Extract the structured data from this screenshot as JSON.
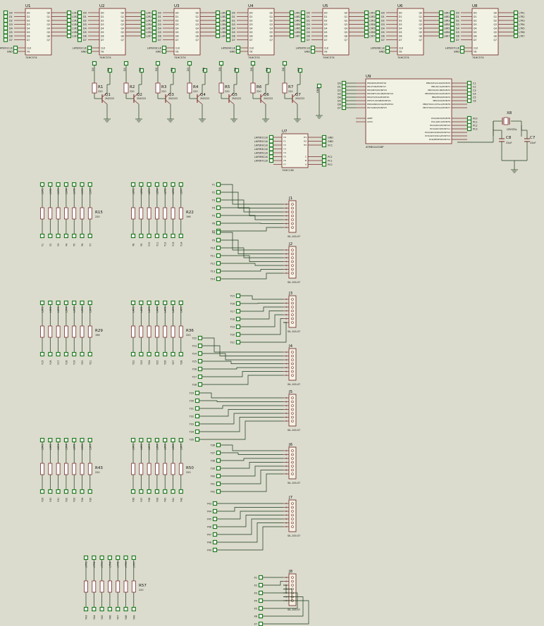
{
  "colors": {
    "background": "#dcdcce",
    "chip_body": "#f2f2e4",
    "chip_border": "#6b1d1d",
    "pin": "#7a2a2a",
    "wire": "#183a18",
    "terminal": "#1f7a1f",
    "label": "#111111"
  },
  "latch_chips": [
    {
      "ref": "U1",
      "part": "74HC574",
      "out_prefix": "L1R",
      "in_names": [
        "D0",
        "D1",
        "D2",
        "D3",
        "D4",
        "D5",
        "D6",
        "D7"
      ],
      "clk_label": "LAYER1CLK"
    },
    {
      "ref": "U2",
      "part": "74HC574",
      "out_prefix": "L2R",
      "in_names": [
        "D0",
        "D1",
        "D2",
        "D3",
        "D4",
        "D5",
        "D6",
        "D7"
      ],
      "clk_label": "LAYER2CLK"
    },
    {
      "ref": "U3",
      "part": "74HC574",
      "out_prefix": "L3R",
      "in_names": [
        "D0",
        "D1",
        "D2",
        "D3",
        "D4",
        "D5",
        "D6",
        "D7"
      ],
      "clk_label": "LAYER3CLK"
    },
    {
      "ref": "U4",
      "part": "74HC574",
      "out_prefix": "L4R",
      "in_names": [
        "D0",
        "D1",
        "D2",
        "D3",
        "D4",
        "D5",
        "D6",
        "D7"
      ],
      "clk_label": "LAYER4CLK"
    },
    {
      "ref": "U5",
      "part": "74HC574",
      "out_prefix": "L5R",
      "in_names": [
        "D0",
        "D1",
        "D2",
        "D3",
        "D4",
        "D5",
        "D6",
        "D7"
      ],
      "clk_label": "LAYER5CLK"
    },
    {
      "ref": "U6",
      "part": "74HC574",
      "out_prefix": "L6R",
      "in_names": [
        "D0",
        "D1",
        "D2",
        "D3",
        "D4",
        "D5",
        "D6",
        "D7"
      ],
      "clk_label": "LAYER6CLK"
    },
    {
      "ref": "U8",
      "part": "74HC574",
      "out_prefix": "L7R",
      "in_names": [
        "D0",
        "D1",
        "D2",
        "D3",
        "D4",
        "D5",
        "D6",
        "D7"
      ],
      "clk_label": "LAYER7CLK"
    }
  ],
  "latch_pins": {
    "in_names": [
      "D0",
      "D1",
      "D2",
      "D3",
      "D4",
      "D5",
      "D6",
      "D7"
    ],
    "out_names": [
      "Q0",
      "Q1",
      "Q2",
      "Q3",
      "Q4",
      "Q5",
      "Q6",
      "Q7"
    ],
    "clk_pin": "CLK",
    "oe_pin": "OE",
    "gnd_label": "GND"
  },
  "transistors": [
    {
      "r": "R1",
      "rv": "220",
      "q": "Q1",
      "qp": "2N2222",
      "net": "D0"
    },
    {
      "r": "R2",
      "rv": "220",
      "q": "Q2",
      "qp": "2N2222",
      "net": "D1"
    },
    {
      "r": "R3",
      "rv": "220",
      "q": "Q3",
      "qp": "2N2222",
      "net": "D2"
    },
    {
      "r": "R4",
      "rv": "220",
      "q": "Q4",
      "qp": "2N2222",
      "net": "D3"
    },
    {
      "r": "R5",
      "rv": "220",
      "q": "Q5",
      "qp": "2N2222",
      "net": "D4"
    },
    {
      "r": "R6",
      "rv": "220",
      "q": "Q6",
      "qp": "2N2222",
      "net": "D5"
    },
    {
      "r": "R7",
      "rv": "220",
      "q": "Q7",
      "qp": "2N2222",
      "net": "D6"
    }
  ],
  "gnd_label": "GND",
  "mcu": {
    "ref": "U9",
    "part": "ATMEGA328P",
    "left_pins": [
      "PD0/RXD/PCINT16",
      "PD1/TXD/PCINT17",
      "PD2/INT0/PCINT18",
      "PD3/INT1/OC2B/PCINT19",
      "PD4/T0/XCK/PCINT20",
      "PD5/T1/OC0B/PCINT21",
      "PD6/AIN0/OC0A/PCINT22",
      "PD7/AIN1/PCINT23"
    ],
    "left_nets": [
      "D0",
      "D1",
      "D2",
      "D3",
      "D4",
      "D5",
      "D6",
      "D7"
    ],
    "aux_pins": [
      "AREF",
      "AVCC"
    ],
    "right_pins": [
      "PB0/ICP1/CLKO/PCINT0",
      "PB1/OC1A/PCINT1",
      "PB2/SS/OC1B/PCINT2",
      "PB3/MOSI/OC2A/PCINT3",
      "PB4/MISO/PCINT4",
      "PB5/SCK/PCINT5",
      "PB6/TOSC1/XTAL1/PCINT6",
      "PB7/TOSC2/XTAL2/PCINT7"
    ],
    "right_nets": [
      "C1",
      "C2",
      "C3",
      "C4",
      "C5",
      "C6"
    ],
    "pc_pins": [
      "PC0/ADC0/PCINT8",
      "PC1/ADC1/PCINT9",
      "PC2/ADC2/PCINT10",
      "PC3/ADC3/PCINT11",
      "PC4/ADC4/SDA/PCINT12",
      "PC5/ADC5/SCL/PCINT13",
      "PC6/RESET/PCINT14"
    ],
    "pc_nets": [
      "PC0",
      "PC1",
      "PC2",
      "PC3"
    ]
  },
  "crystal": {
    "ref": "X8",
    "part": "CRYSTAL",
    "c1": "C8",
    "c1v": "22pF",
    "c2": "C7",
    "c2v": "22pF"
  },
  "decoder": {
    "ref": "U7",
    "part": "74HC138",
    "out_pins": [
      "Y0",
      "Y1",
      "Y2",
      "Y3",
      "Y4",
      "Y5",
      "Y6",
      "Y7"
    ],
    "out_nets": [
      "LAYER1CLK",
      "LAYER2CLK",
      "LAYER3CLK",
      "LAYER4CLK",
      "LAYER5CLK",
      "LAYER6CLK",
      "LAYER7CLK"
    ],
    "in_pins": [
      "E1",
      "E2",
      "E3",
      "C",
      "B",
      "A"
    ],
    "in_nets": [
      "GND",
      "GND",
      "VCC",
      "PC2",
      "PC1",
      "PC0"
    ]
  },
  "resistor_banks": [
    {
      "label": "R15",
      "value": "220",
      "top": [
        "L1R1",
        "L1R2",
        "L1R3",
        "L1R4",
        "L1R5",
        "L1R6",
        "L1R7"
      ],
      "bottom": [
        "Y1",
        "Y2",
        "Y3",
        "Y4",
        "Y5",
        "Y6",
        "Y7"
      ]
    },
    {
      "label": "R22",
      "value": "196",
      "top": [
        "L2R1",
        "L2R2",
        "L2R3",
        "L2R4",
        "L2R5",
        "L2R6",
        "L2R7"
      ],
      "bottom": [
        "Y8",
        "Y9",
        "Y10",
        "Y11",
        "Y12",
        "Y13",
        "Y14"
      ]
    },
    {
      "label": "R29",
      "value": "196",
      "top": [
        "L3R1",
        "L3R2",
        "L3R3",
        "L3R4",
        "L3R5",
        "L3R6",
        "L3R7"
      ],
      "bottom": [
        "Y15",
        "Y16",
        "Y17",
        "Y18",
        "Y19",
        "Y20",
        "Y21"
      ]
    },
    {
      "label": "R36",
      "value": "220",
      "top": [
        "L4R1",
        "L4R2",
        "L4R3",
        "L4R4",
        "L4R5",
        "L4R6",
        "L4R7"
      ],
      "bottom": [
        "Y22",
        "Y23",
        "Y24",
        "Y25",
        "Y26",
        "Y27",
        "Y28"
      ]
    },
    {
      "label": "R43",
      "value": "220",
      "top": [
        "L5R1",
        "L5R2",
        "L5R3",
        "L5R4",
        "L5R5",
        "L5R6",
        "L5R7"
      ],
      "bottom": [
        "Y29",
        "Y30",
        "Y31",
        "Y32",
        "Y33",
        "Y34",
        "Y35"
      ]
    },
    {
      "label": "R50",
      "value": "220",
      "top": [
        "L6R1",
        "L6R2",
        "L6R3",
        "L6R4",
        "L6R5",
        "L6R6",
        "L6R7"
      ],
      "bottom": [
        "Y36",
        "Y37",
        "Y38",
        "Y39",
        "Y40",
        "Y41",
        "Y42"
      ]
    },
    {
      "label": "R57",
      "value": "220",
      "top": [
        "L7R1",
        "L7R2",
        "L7R3",
        "L7R4",
        "L7R5",
        "L7R6",
        "L7R7"
      ],
      "bottom": [
        "Y43",
        "Y44",
        "Y45",
        "Y46",
        "Y47",
        "Y48",
        "Y49"
      ]
    }
  ],
  "connectors": [
    {
      "ref": "J1",
      "part": "SIL-100-07",
      "nets": [
        "Y1",
        "Y2",
        "Y3",
        "Y4",
        "Y5",
        "Y6",
        "Y7"
      ]
    },
    {
      "ref": "J2",
      "part": "SIL-100-07",
      "nets": [
        "Y8",
        "Y9",
        "Y10",
        "Y11",
        "Y12",
        "Y13",
        "Y14"
      ]
    },
    {
      "ref": "J3",
      "part": "SIL-100-07",
      "nets": [
        "Y15",
        "Y16",
        "Y17",
        "Y18",
        "Y19",
        "Y20",
        "Y21"
      ]
    },
    {
      "ref": "J4",
      "part": "SIL-100-07",
      "nets": [
        "Y22",
        "Y23",
        "Y24",
        "Y25",
        "Y26",
        "Y27",
        "Y28"
      ]
    },
    {
      "ref": "J5",
      "part": "SIL-100-07",
      "nets": [
        "Y29",
        "Y30",
        "Y31",
        "Y32",
        "Y33",
        "Y34",
        "Y35"
      ]
    },
    {
      "ref": "J6",
      "part": "SIL-100-07",
      "nets": [
        "Y36",
        "Y37",
        "Y38",
        "Y39",
        "Y40",
        "Y41",
        "Y42"
      ]
    },
    {
      "ref": "J7",
      "part": "SIL-100-07",
      "nets": [
        "Y43",
        "Y44",
        "Y45",
        "Y46",
        "Y47",
        "Y48",
        "Y49"
      ]
    },
    {
      "ref": "J8",
      "part": "SIL-100-07",
      "nets": [
        "X1",
        "X2",
        "X3",
        "X4",
        "X5",
        "X6",
        "X7"
      ]
    }
  ]
}
